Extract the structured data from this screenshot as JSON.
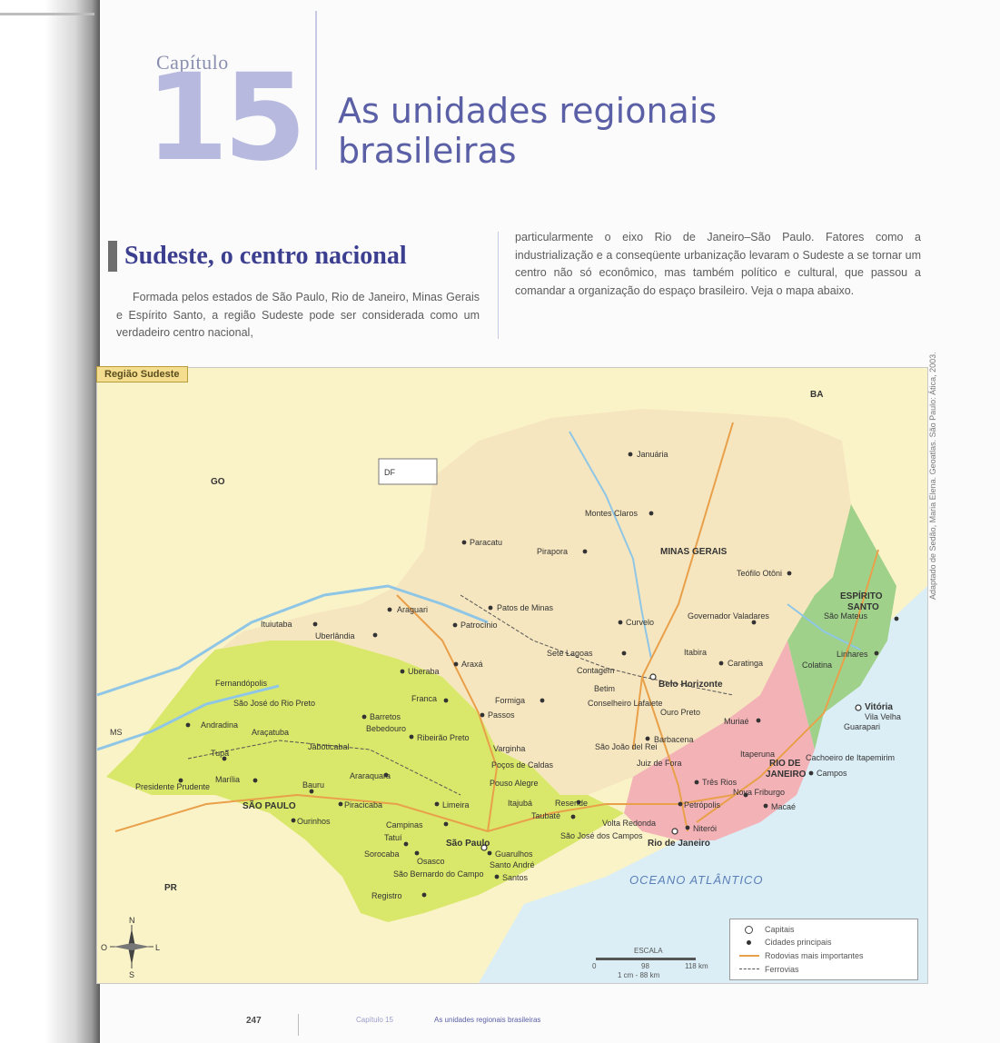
{
  "chapter": {
    "label": "Capítulo",
    "number": "15",
    "title_line1": "As unidades regionais",
    "title_line2": "brasileiras"
  },
  "section": {
    "title": "Sudeste, o centro nacional",
    "paragraph_left": "Formada pelos estados de São Paulo, Rio de Janeiro, Minas Gerais e Espírito Santo, a região Sudeste pode ser considerada como um verdadeiro centro nacional,",
    "paragraph_right": "particularmente o eixo Rio de Janeiro–São Paulo. Fatores como a industrialização e a conseqüente urbanização levaram o Sudeste a se tornar um centro não só econômico, mas também político e cultural, que passou a comandar a organização do espaço brasileiro. Veja o mapa abaixo."
  },
  "map": {
    "label": "Região Sudeste",
    "credit": "Adaptado de Sedão, Maria Elena. Geoatlas. São Paulo: Ática, 2003.",
    "ocean": "OCEANO ATLÂNTICO",
    "neighbors": {
      "ba": "BA",
      "go": "GO",
      "df": "DF",
      "ms": "MS",
      "pr": "PR"
    },
    "states": {
      "mg": "MINAS GERAIS",
      "sp": "SÃO PAULO",
      "es_line1": "ESPÍRITO",
      "es_line2": "SANTO",
      "rj_line1": "RIO DE",
      "rj_line2": "JANEIRO"
    },
    "cities": {
      "januaria": "Januária",
      "montes_claros": "Montes Claros",
      "paracatu": "Paracatu",
      "pirapora": "Pirapora",
      "teofilo_otoni": "Teófilo Otôni",
      "araguari": "Araguari",
      "patos_de_minas": "Patos de Minas",
      "ituiutaba": "Ituiutaba",
      "patrocinio": "Patrocínio",
      "curvelo": "Curvelo",
      "governador_valadares": "Governador Valadares",
      "sao_mateus": "São Mateus",
      "uberlandia": "Uberlândia",
      "sete_lagoas": "Sete Lagoas",
      "itabira": "Itabira",
      "caratinga": "Caratinga",
      "linhares": "Linhares",
      "colatina": "Colatina",
      "uberaba": "Uberaba",
      "araxa": "Araxá",
      "contagem": "Contagem",
      "belo_horizonte": "Belo Horizonte",
      "betim": "Betim",
      "fernandopolis": "Fernandópolis",
      "franca": "Franca",
      "formiga": "Formiga",
      "conselheiro_lafaiete": "Conselheiro Lafaiete",
      "ouro_preto": "Ouro Preto",
      "muriae": "Muriaé",
      "vitoria": "Vitória",
      "vila_velha": "Vila Velha",
      "guarapari": "Guarapari",
      "sao_jose_do_rio_preto": "São José do Rio Preto",
      "barretos": "Barretos",
      "passos": "Passos",
      "andradina": "Andradina",
      "aracatuba": "Araçatuba",
      "bebedouro": "Bebedouro",
      "ribeirao_preto": "Ribeirão Preto",
      "jaboticabal": "Jaboticabal",
      "varginha": "Varginha",
      "sao_joao_del_rei": "São João del Rei",
      "barbacena": "Barbacena",
      "cachoeiro": "Cachoeiro de Itapemirim",
      "itaperuna": "Itaperuna",
      "tupa": "Tupã",
      "pocos_de_caldas": "Poços de Caldas",
      "juiz_de_fora": "Juiz de Fora",
      "campos": "Campos",
      "presidente_prudente": "Presidente Prudente",
      "marilia": "Marília",
      "araraquara": "Araraquara",
      "pouso_alegre": "Pouso Alegre",
      "tres_rios": "Três Rios",
      "nova_friburgo": "Nova Friburgo",
      "bauru": "Bauru",
      "piracicaba": "Piracicaba",
      "limeira": "Limeira",
      "itajuba": "Itajubá",
      "resende": "Resende",
      "petropolis": "Petrópolis",
      "macae": "Macaé",
      "ourinhos": "Ourinhos",
      "campinas": "Campinas",
      "taubate": "Taubaté",
      "volta_redonda": "Volta Redonda",
      "niteroi": "Niterói",
      "tatui": "Tatuí",
      "sorocaba": "Sorocaba",
      "sao_paulo": "São Paulo",
      "guarulhos": "Guarulhos",
      "sao_jose_dos_campos": "São José dos Campos",
      "rio_de_janeiro": "Rio de Janeiro",
      "osasco": "Osasco",
      "santo_andre": "Santo André",
      "sao_bernardo": "São Bernardo do Campo",
      "santos": "Santos",
      "registro": "Registro"
    },
    "legend": {
      "capitals": "Capitais",
      "main_cities": "Cidades principais",
      "highways": "Rodovias mais importantes",
      "railways": "Ferrovias"
    },
    "scale": {
      "title": "ESCALA",
      "start": "0",
      "mid": "98",
      "end": "118 km",
      "ratio": "1 cm - 88 km"
    },
    "compass": {
      "north": "N",
      "south": "S",
      "east": "L",
      "west": "O"
    },
    "colors": {
      "mg": "#f6e6bf",
      "sp": "#d9e86a",
      "rj": "#f3b2b6",
      "es": "#9fd18a",
      "outside": "#fbf3c8",
      "water": "#dbeef6",
      "road": "#e9a04a",
      "river": "#8fc6e6"
    }
  },
  "footer": {
    "page_number": "247",
    "chapter": "Capítulo 15",
    "title": "As unidades regionais brasileiras"
  }
}
